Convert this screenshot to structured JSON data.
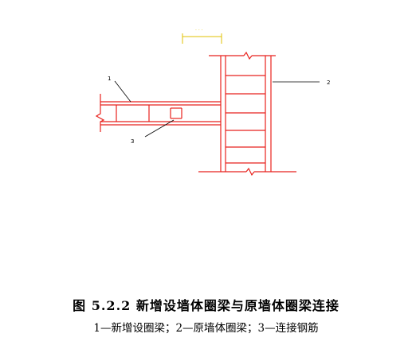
{
  "figure": {
    "title": "图 5.2.2   新增设墙体圈梁与原墙体圈梁连接",
    "legend": "1—新增设圈梁；2—原墙体圈梁；3—连接钢筋"
  },
  "labels": {
    "item1": "1",
    "item2": "2",
    "item3": "3",
    "dimension": "· · ·"
  },
  "colors": {
    "drawing": "#e8221d",
    "dimension": "#e0c200",
    "leader": "#000000"
  }
}
